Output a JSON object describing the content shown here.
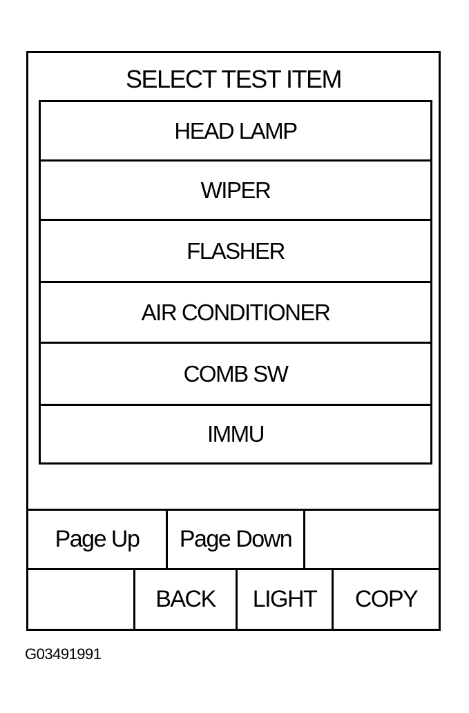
{
  "screen": {
    "title": "SELECT TEST ITEM",
    "items": [
      {
        "label": "HEAD LAMP"
      },
      {
        "label": "WIPER"
      },
      {
        "label": "FLASHER"
      },
      {
        "label": "AIR CONDITIONER"
      },
      {
        "label": "COMB SW"
      },
      {
        "label": "IMMU"
      }
    ],
    "nav_buttons": {
      "page_up": "Page Up",
      "page_down": "Page Down"
    },
    "func_buttons": {
      "back": "BACK",
      "light": "LIGHT",
      "copy": "COPY"
    }
  },
  "caption": "G03491991"
}
